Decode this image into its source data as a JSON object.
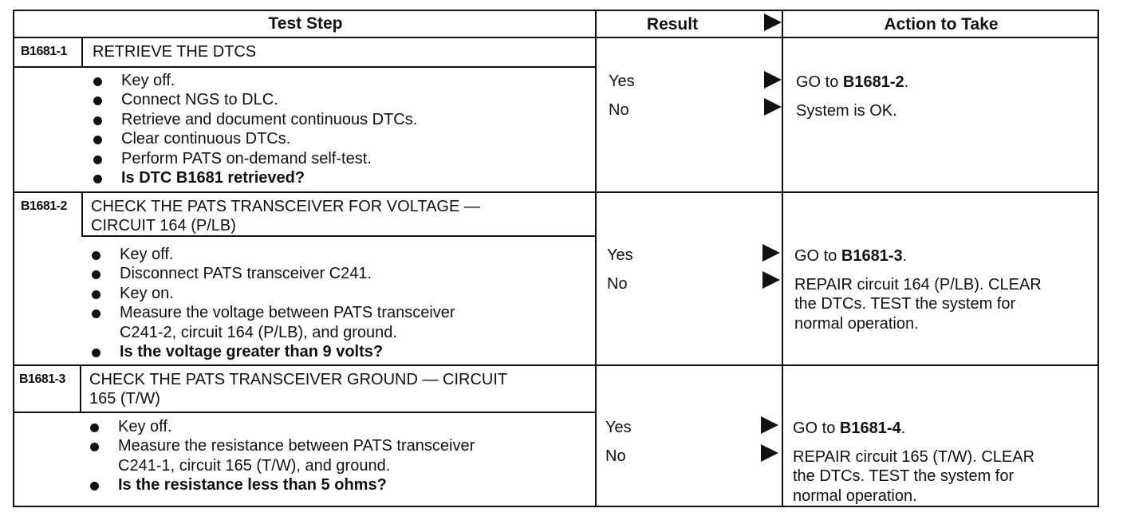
{
  "header": {
    "col_test_step": "Test Step",
    "col_result": "Result",
    "col_action": "Action to Take"
  },
  "steps": [
    {
      "id": "B1681-1",
      "title_lines": [
        "RETRIEVE THE DTCS"
      ],
      "bullets": [
        "Key off.",
        "Connect NGS to DLC.",
        "Retrieve and document continuous DTCs.",
        "Clear continuous DTCs.",
        "Perform PATS on-demand self-test."
      ],
      "question": "Is DTC B1681 retrieved?",
      "yes_label": "Yes",
      "no_label": "No",
      "yes_action": {
        "prefix": "GO to ",
        "ref": "B1681-2",
        "suffix": "."
      },
      "no_action_lines": [
        "System is OK."
      ]
    },
    {
      "id": "B1681-2",
      "title_lines": [
        "CHECK THE PATS TRANSCEIVER FOR VOLTAGE —",
        "CIRCUIT 164 (P/LB)"
      ],
      "bullets": [
        "Key off.",
        "Disconnect PATS transceiver C241.",
        "Key on.",
        "Measure the voltage between PATS transceiver\nC241-2, circuit 164 (P/LB), and ground."
      ],
      "question": "Is the voltage greater than 9 volts?",
      "yes_label": "Yes",
      "no_label": "No",
      "yes_action": {
        "prefix": "GO to ",
        "ref": "B1681-3",
        "suffix": "."
      },
      "no_action_lines": [
        "REPAIR circuit 164 (P/LB). CLEAR",
        "the DTCs. TEST the system for",
        "normal operation."
      ]
    },
    {
      "id": "B1681-3",
      "title_lines": [
        "CHECK THE PATS TRANSCEIVER GROUND — CIRCUIT",
        "165 (T/W)"
      ],
      "bullets": [
        "Key off.",
        "Measure the resistance between PATS transceiver\nC241-1, circuit 165 (T/W), and ground."
      ],
      "question": "Is the resistance less than 5 ohms?",
      "yes_label": "Yes",
      "no_label": "No",
      "yes_action": {
        "prefix": "GO to ",
        "ref": "B1681-4",
        "suffix": "."
      },
      "no_action_lines": [
        "REPAIR circuit 165 (T/W). CLEAR",
        "the DTCs. TEST the system for",
        "normal operation."
      ]
    }
  ]
}
